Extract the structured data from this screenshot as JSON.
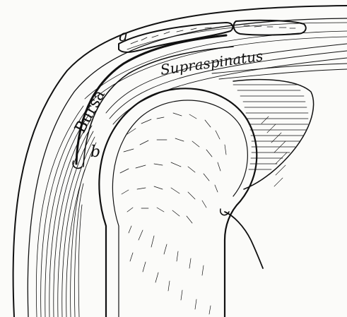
{
  "figure": {
    "labels": {
      "a": "a",
      "bursa": "Bursa",
      "b": "b",
      "supraspinatus": "Supraspinatus"
    },
    "ink_color": "#111111",
    "paper_color": "#fbfbf9"
  }
}
